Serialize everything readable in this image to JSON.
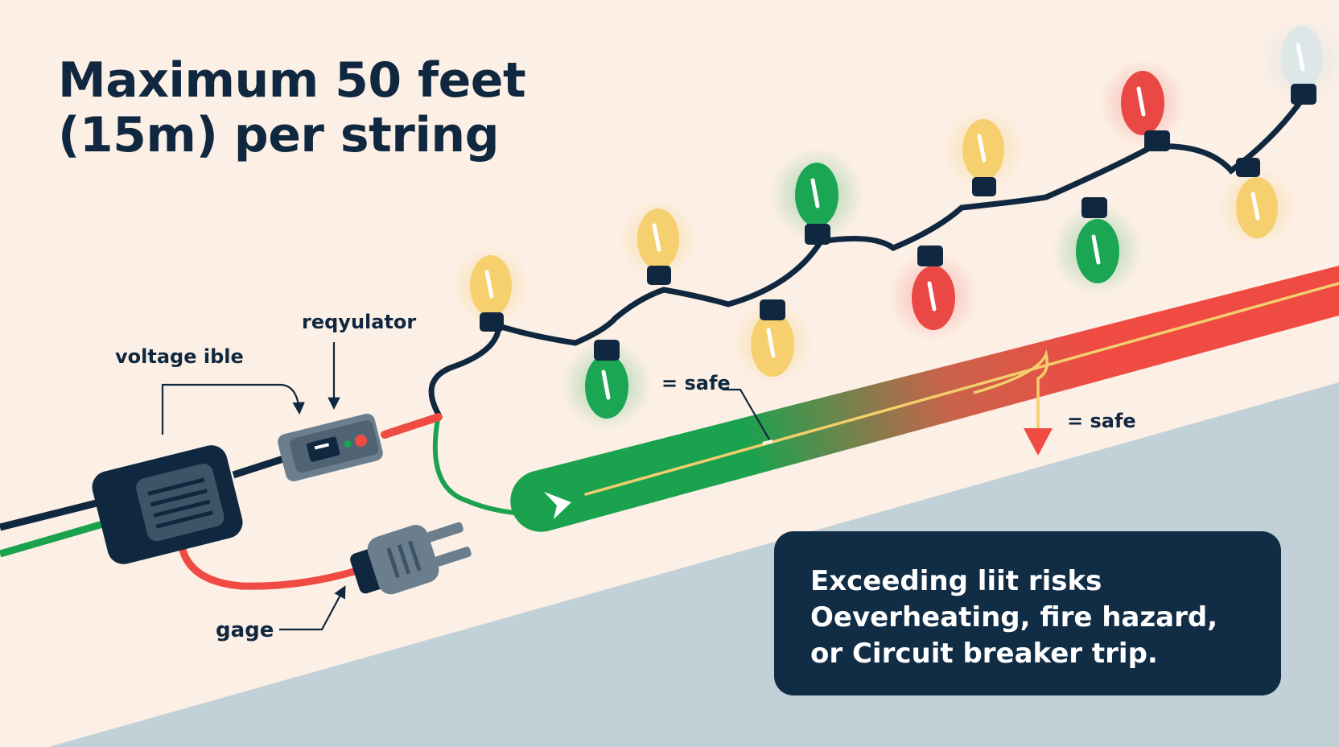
{
  "title": {
    "line1": "Maximum 50 feet",
    "line2": "(15m) per string"
  },
  "labels": {
    "voltage": "voltage ible",
    "regulator": "reqyulator",
    "gage": "gage",
    "safe_1": "= safe",
    "safe_2": "= safe"
  },
  "warning": {
    "line1": "Exceeding liit risks",
    "line2": "Oeverheating, fire hazard,",
    "line3": "or Circuit breaker trip."
  },
  "colors": {
    "background": "#fcefe5",
    "ground": "#c2d1d8",
    "navy": "#10283f",
    "safe_green": "#1ba24f",
    "danger_red": "#ef4b43",
    "bulb_yellow": "#f6cf6f",
    "bulb_green": "#1aa653",
    "bulb_red": "#ea4844",
    "bulb_white": "#dde7e8",
    "device_grey": "#6a7e8d"
  }
}
